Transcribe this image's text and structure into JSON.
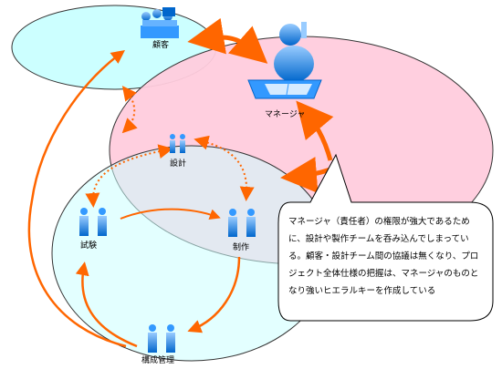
{
  "nodes": {
    "customer": "顧客",
    "manager": "マネージャ",
    "design": "設計",
    "test": "試験",
    "production": "制作",
    "config": "構成管理"
  },
  "note": {
    "lines": [
      "マネージャ（責任者）の権限が強大であるため",
      "に、設計や製作チームを呑み込んでしまってい",
      "る。顧客・設計チーム間の協議は無くなり、プロ",
      "ジェクト全体仕様の把握は、マネージャのものと",
      "なり強いヒエラルキーを作成している"
    ]
  },
  "colors": {
    "customer_ellipse": "#ccffff",
    "manager_ellipse": "#ffccdd",
    "team_ellipse": "#ccffff",
    "arrow": "#ff6600",
    "person": "#3399ff"
  }
}
